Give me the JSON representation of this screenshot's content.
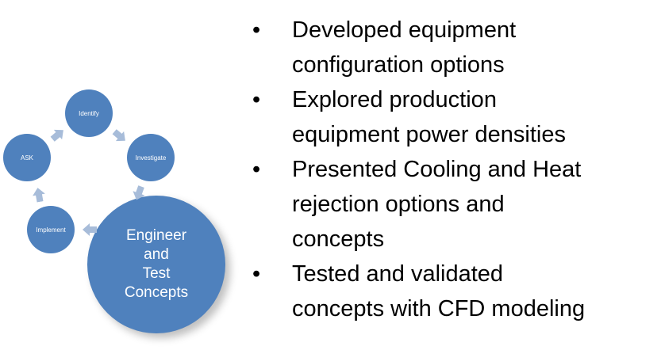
{
  "cycle": {
    "steps": [
      "Identify",
      "Investigate",
      "Engineer and Test Concepts",
      "Implement",
      "ASK"
    ],
    "current_step": {
      "lines": [
        "Engineer",
        "and",
        "Test",
        "Concepts"
      ]
    },
    "color": "#4f81bd",
    "arrow_color": "#a7bcd9"
  },
  "bullets": [
    {
      "lines": [
        "Developed equipment",
        "configuration options"
      ]
    },
    {
      "lines": [
        "Explored production",
        "equipment power densities"
      ]
    },
    {
      "lines": [
        "Presented Cooling and Heat",
        "rejection options and",
        "concepts"
      ]
    },
    {
      "lines": [
        "Tested and validated",
        "concepts with CFD modeling"
      ]
    }
  ],
  "bullet_glyph": "•"
}
